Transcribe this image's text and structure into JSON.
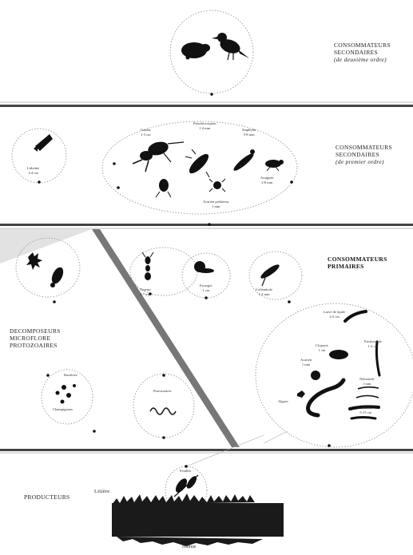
{
  "section_labels": {
    "secondaires_line1": "CONSOMMATEURS",
    "secondaires_line2": "SECONDAIRES",
    "secondaires_line3": "(de deuxième ordre)",
    "tertiaires_line1": "CONSOMMATEURS",
    "tertiaires_line2": "SECONDAIRES",
    "tertiaires_line3": "(de premier ordre)",
    "primaires_line1": "CONSOMMATEURS",
    "primaires_line2": "PRIMAIRES",
    "decomposeurs_line1": "DECOMPOSEURS",
    "decomposeurs_line2": "MICROFLORE",
    "decomposeurs_line3": "PROTOZOAIRES",
    "producteurs": "PRODUCTEURS",
    "litiere": "Litière",
    "humus": "Humus",
    "feuilles": "Feuilles"
  },
  "organisms": {
    "lithobie": "Lithobie",
    "lithobie_size": "3-4 cm",
    "carabe": "Carabe",
    "carabe_size": "1-3 cm",
    "pseudoscorpion": "Pseudoscorpion",
    "pseudoscorpion_size": "1-4 mm",
    "staphylin": "Staphylin",
    "staphylin_size": "5-8 mm",
    "araignee": "Araignée",
    "araignee_size": "2-8 mm",
    "acarien_predateur": "Acarien prédateur",
    "acarien_predateur_size": "1 mm",
    "fourmi": "Fourmi",
    "fourmi_size": "3-7 mm",
    "collembole": "Collembole",
    "collembole_size": "1-2 mm",
    "escargot": "Escargot",
    "escargot_size": "1 cm",
    "larve_tipule": "Larve de tipule",
    "larve_tipule_size": "2-5 cm",
    "cloporte": "Cloporte",
    "cloporte_size": "1 cm",
    "acarien": "Acarien",
    "acarien_size": "1 mm",
    "enchytreide": "Enchytréide",
    "enchytreide_size": "1-2 cm",
    "nematode": "Nématode",
    "nematode_size": "1 mm",
    "lombric": "Lombric",
    "lombric_size": "5-15 cm",
    "bacteries": "Bactéries",
    "champignons": "Champignons",
    "protozoaires": "Protozoaires",
    "algues": "Algues"
  }
}
